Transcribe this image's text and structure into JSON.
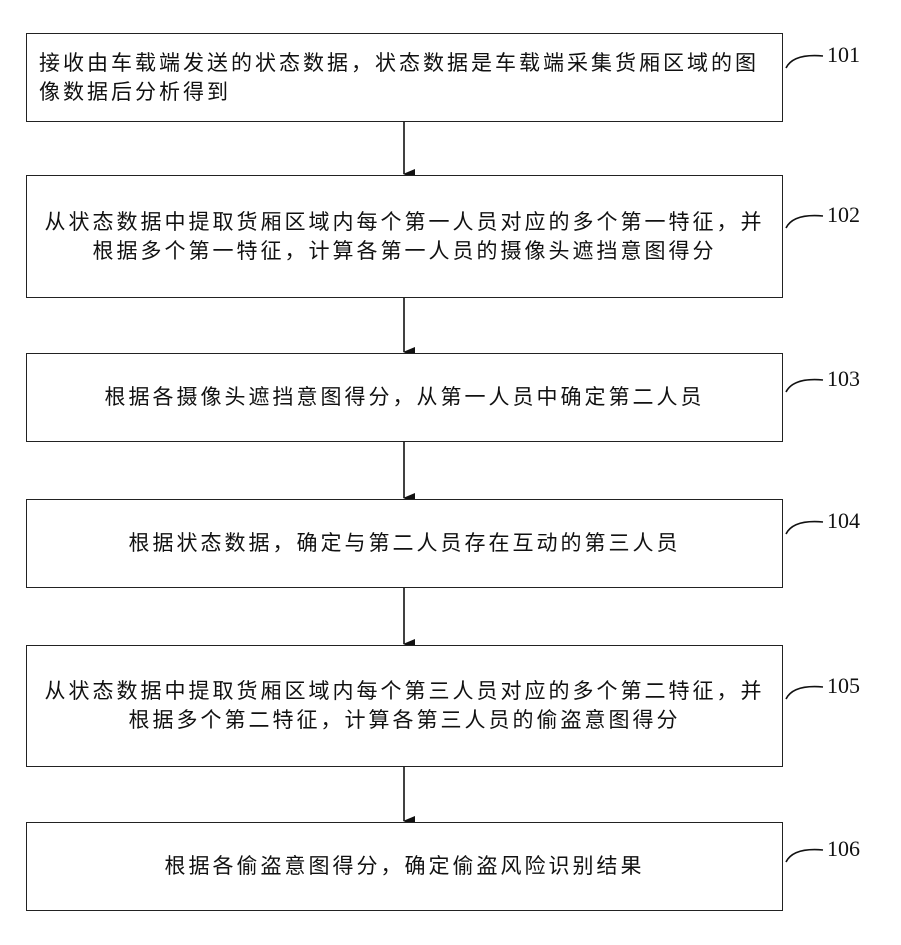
{
  "flowchart": {
    "steps": [
      {
        "id": "101",
        "text": "接收由车载端发送的状态数据，状态数据是车载端采集货厢区域的图像数据后分析得到"
      },
      {
        "id": "102",
        "text": "从状态数据中提取货厢区域内每个第一人员对应的多个第一特征，并根据多个第一特征，计算各第一人员的摄像头遮挡意图得分"
      },
      {
        "id": "103",
        "text": "根据各摄像头遮挡意图得分，从第一人员中确定第二人员"
      },
      {
        "id": "104",
        "text": "根据状态数据，确定与第二人员存在互动的第三人员"
      },
      {
        "id": "105",
        "text": "从状态数据中提取货厢区域内每个第三人员对应的多个第二特征，并根据多个第二特征，计算各第三人员的偷盗意图得分"
      },
      {
        "id": "106",
        "text": "根据各偷盗意图得分，确定偷盗风险识别结果"
      }
    ]
  }
}
